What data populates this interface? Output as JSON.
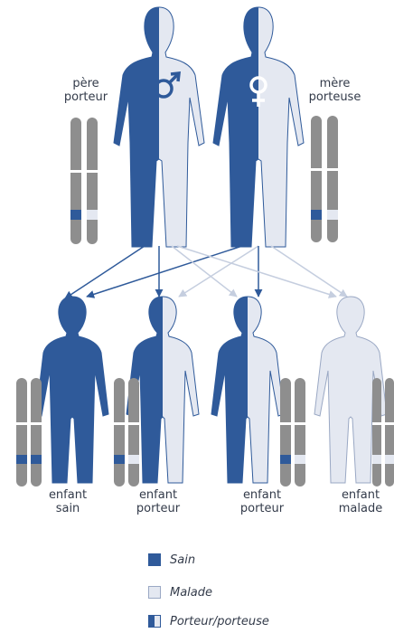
{
  "labels": {
    "father_1": "père",
    "father_2": "porteur",
    "mother_1": "mère",
    "mother_2": "porteuse",
    "child1_1": "enfant",
    "child1_2": "sain",
    "child2_1": "enfant",
    "child2_2": "porteur",
    "child3_1": "enfant",
    "child3_2": "porteur",
    "child4_1": "enfant",
    "child4_2": "malade"
  },
  "legend": [
    {
      "label": "Sain",
      "kind": "sain"
    },
    {
      "label": "Malade",
      "kind": "malade"
    },
    {
      "label": "Porteur/porteuse",
      "kind": "porteur"
    }
  ],
  "colors": {
    "healthy": "#2f5a9a",
    "affected": "#e4e8f1",
    "chromosome": "#8e8e8e",
    "arrow": "#2f5a9a",
    "arrow_light": "#c5cedf"
  }
}
